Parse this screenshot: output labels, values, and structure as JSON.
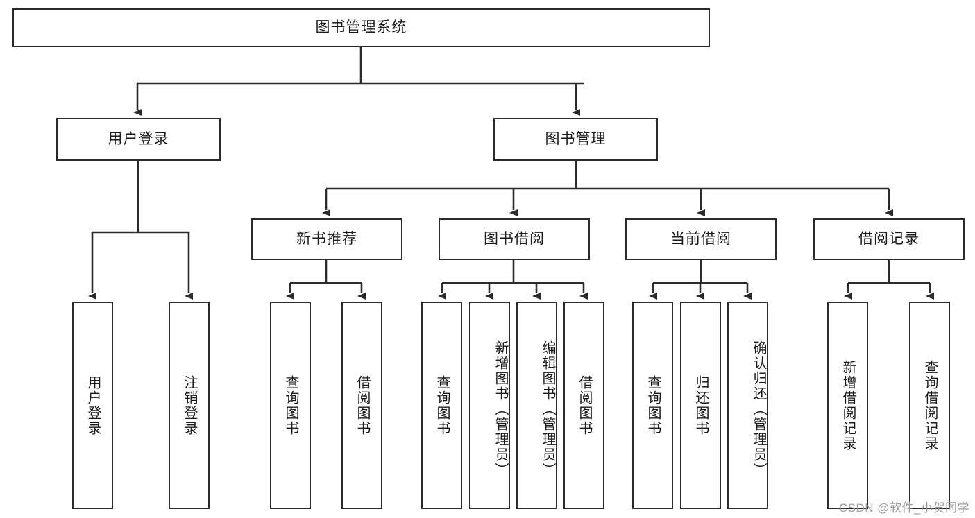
{
  "diagram": {
    "title": "图书管理系统",
    "type": "tree",
    "watermark": "CSDN @软件_小贺同学",
    "colors": {
      "box_border": "#2b2b2b",
      "box_fill": "#ffffff",
      "edge": "#2b2b2b",
      "text": "#1a1a1a",
      "watermark": "#9a9a9a",
      "background": "#ffffff"
    },
    "levels": {
      "root": {
        "label": "图书管理系统"
      },
      "level2": [
        {
          "label": "用户登录"
        },
        {
          "label": "图书管理"
        }
      ],
      "level3": [
        {
          "label": "新书推荐"
        },
        {
          "label": "图书借阅"
        },
        {
          "label": "当前借阅"
        },
        {
          "label": "借阅记录"
        }
      ],
      "leaves": {
        "user_login": [
          {
            "label": "用户登录"
          },
          {
            "label": "注销登录"
          }
        ],
        "new_book_recommend": [
          {
            "label": "查询图书"
          },
          {
            "label": "借阅图书"
          }
        ],
        "book_borrow": [
          {
            "label": "查询图书"
          },
          {
            "label": "新增图书（管理员）"
          },
          {
            "label": "编辑图书（管理员）"
          },
          {
            "label": "借阅图书"
          }
        ],
        "current_borrow": [
          {
            "label": "查询图书"
          },
          {
            "label": "归还图书"
          },
          {
            "label": "确认归还（管理员）"
          }
        ],
        "borrow_record": [
          {
            "label": "新增借阅记录"
          },
          {
            "label": "查询借阅记录"
          }
        ]
      }
    }
  }
}
